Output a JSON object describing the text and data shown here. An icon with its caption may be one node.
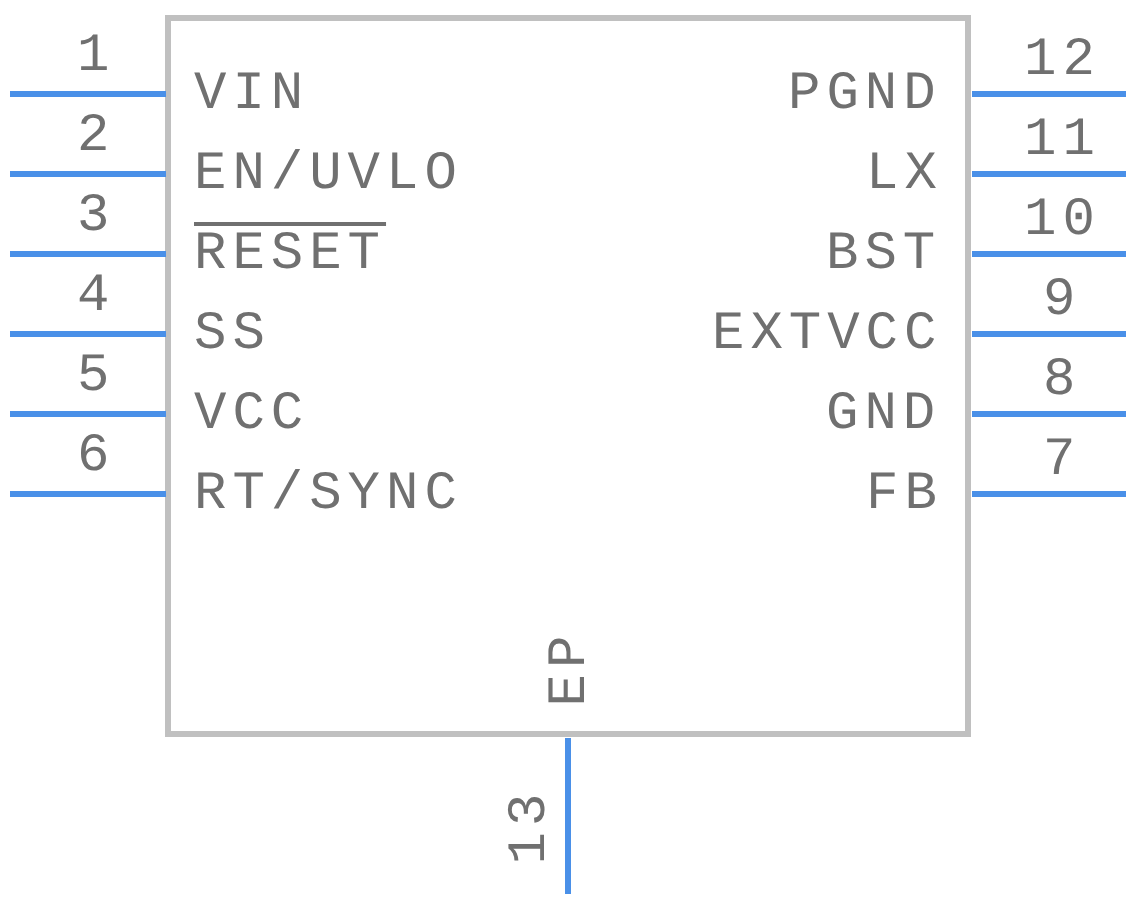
{
  "diagram": {
    "labels": [
      "1",
      "VIN",
      "PGND",
      "12",
      "2",
      "EN/UVLO",
      "LX",
      "11",
      "3",
      "RESET",
      "BST",
      "10",
      "4",
      "SS",
      "EXTVCC",
      "9",
      "5",
      "VCC",
      "GND",
      "8",
      "6",
      "RT/SYNC",
      "FB",
      "7",
      "EP",
      "13"
    ]
  }
}
